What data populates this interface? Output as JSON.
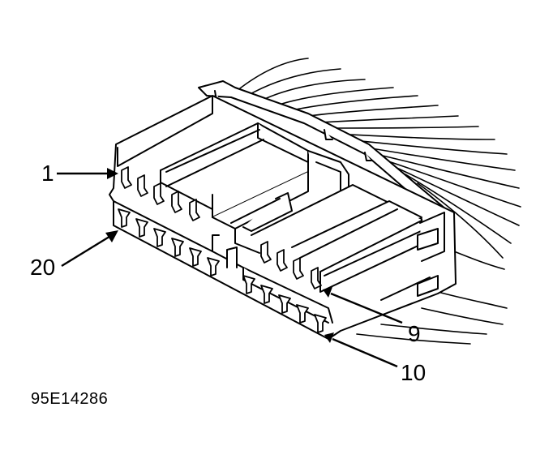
{
  "diagram": {
    "callouts": {
      "pin_1": "1",
      "pin_20": "20",
      "pin_9": "9",
      "pin_10": "10"
    },
    "figure_code": "95E14286",
    "colors": {
      "ink": "#000000",
      "background": "#ffffff"
    }
  }
}
